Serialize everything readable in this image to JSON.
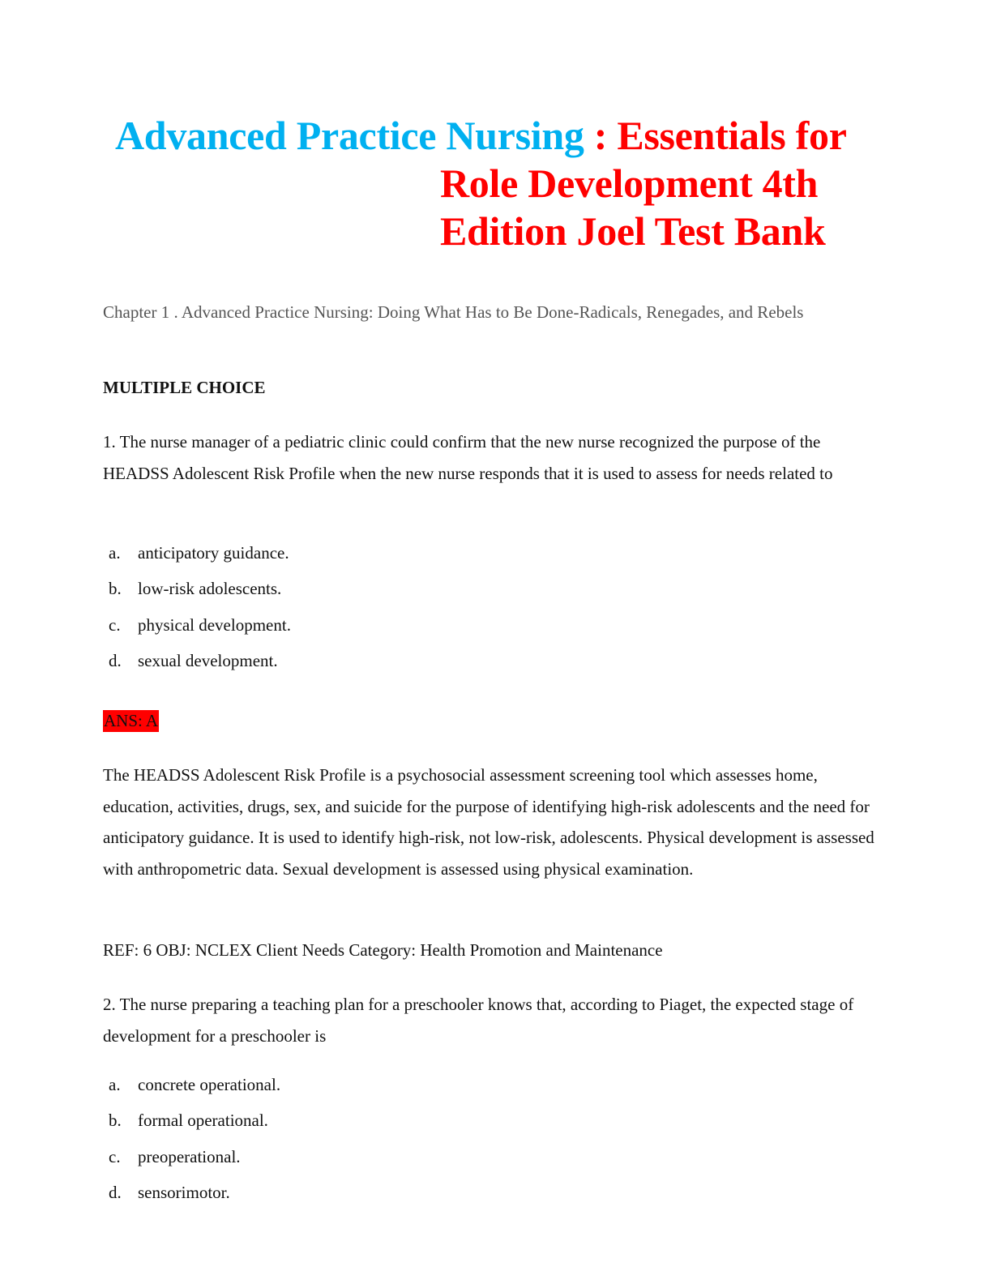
{
  "document": {
    "title": {
      "part1": "Advanced Practice Nursing",
      "separator": " : ",
      "part2_line1": "Essentials for",
      "part2_line2": "Role Development 4th",
      "part2_line3": "Edition Joel Test Bank",
      "colors": {
        "blue": "#00B0F0",
        "red": "#FF0000"
      }
    },
    "chapter_heading": "Chapter 1 . Advanced Practice Nursing: Doing What Has to Be Done-Radicals, Renegades, and Rebels",
    "section_heading": "MULTIPLE CHOICE",
    "questions": [
      {
        "number": "1.",
        "text": "1. The nurse manager of a pediatric clinic could confirm that the new nurse recognized the purpose of the HEADSS Adolescent Risk Profile when the new nurse responds that it is used to assess for needs related to",
        "options": [
          {
            "letter": "a.",
            "text": "anticipatory guidance."
          },
          {
            "letter": "b.",
            "text": "low-risk adolescents."
          },
          {
            "letter": "c.",
            "text": "physical development."
          },
          {
            "letter": "d.",
            "text": "sexual development."
          }
        ],
        "answer": "ANS: A",
        "answer_highlight_color": "#FF0000",
        "rationale": "The HEADSS Adolescent Risk Profile is a psychosocial assessment screening tool which assesses home, education, activities, drugs, sex, and suicide for the purpose of identifying high-risk adolescents and the need for anticipatory guidance. It is used to identify high-risk, not low-risk, adolescents. Physical development is assessed with anthropometric data. Sexual development is assessed using physical examination.",
        "reference": "REF: 6 OBJ: NCLEX Client Needs Category: Health Promotion and Maintenance"
      },
      {
        "number": "2.",
        "text": "2. The nurse preparing a teaching plan for a preschooler knows that, according to Piaget, the expected stage of development for a preschooler is",
        "options": [
          {
            "letter": "a.",
            "text": "concrete operational."
          },
          {
            "letter": "b.",
            "text": "formal operational."
          },
          {
            "letter": "c.",
            "text": "preoperational."
          },
          {
            "letter": "d.",
            "text": "sensorimotor."
          }
        ]
      }
    ]
  }
}
